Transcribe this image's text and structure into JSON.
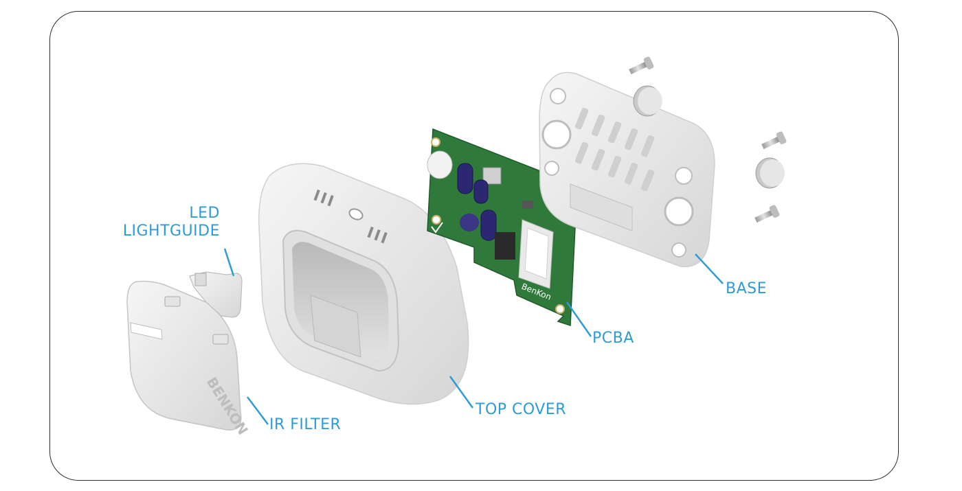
{
  "colors": {
    "label": "#2e9bd6",
    "frame": "#2b2b2b",
    "plastic": "#e9e9e9",
    "pcb": "#2f7a3a",
    "capacitor": "#2b2770"
  },
  "labels": {
    "led_line1": "LED",
    "led_line2": "LIGHTGUIDE",
    "ir_filter": "IR FILTER",
    "top_cover": "TOP COVER",
    "pcba": "PCBA",
    "base": "BASE"
  },
  "product": {
    "brand_text": "BENKON",
    "pcb_brand": "BenKon"
  }
}
